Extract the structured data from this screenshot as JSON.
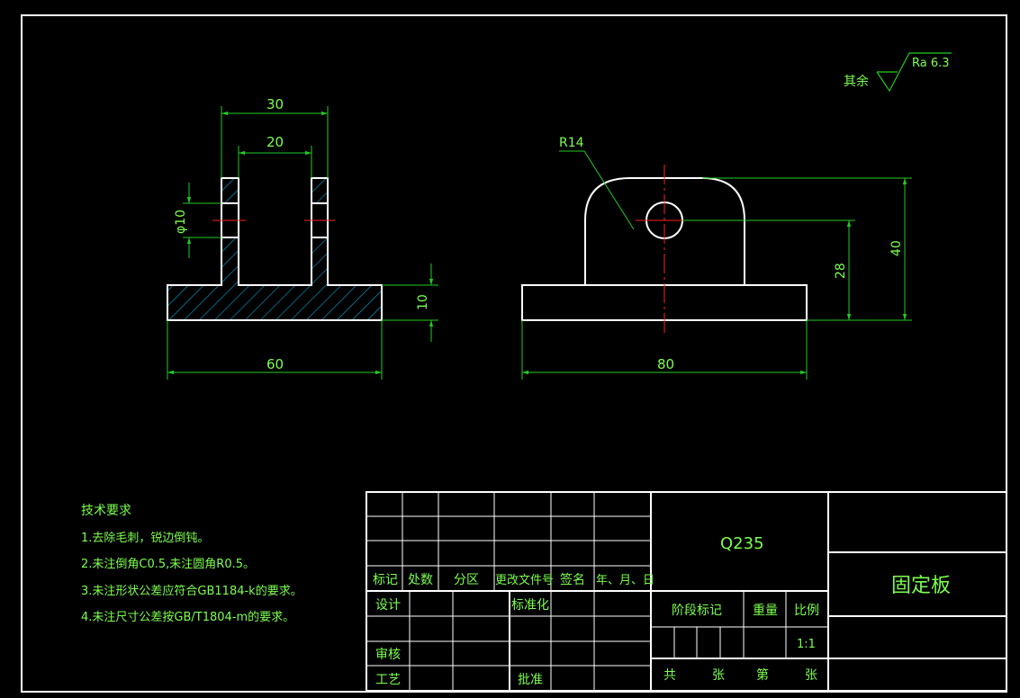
{
  "colors": {
    "background": "#000000",
    "outline": "#ffffff",
    "dimension": "#22cc22",
    "text": "#7CFF4F",
    "centerline": "#ff2020",
    "hatch": "#00c8ff"
  },
  "surface_finish": {
    "prefix": "其余",
    "symbol_text": "Ra 6.3"
  },
  "left_view": {
    "dim_top_outer": "30",
    "dim_top_inner": "20",
    "dim_hole": "φ10",
    "dim_base_thickness": "10",
    "dim_width": "60"
  },
  "right_view": {
    "dim_radius": "R14",
    "dim_hole_height": "28",
    "dim_total_height": "40",
    "dim_width": "80"
  },
  "tech_req": {
    "title": "技术要求",
    "items": [
      "1.去除毛刺，锐边倒钝。",
      "2.未注倒角C0.5,未注圆角R0.5。",
      "3.未注形状公差应符合GB1184-k的要求。",
      "4.未注尺寸公差按GB/T1804-m的要求。"
    ]
  },
  "title_block": {
    "material": "Q235",
    "part_name": "固定板",
    "rev_headers": [
      "标记",
      "处数",
      "分区",
      "更改文件号",
      "签名",
      "年、月、日"
    ],
    "design": "设计",
    "standardize": "标准化",
    "review": "审核",
    "process": "工艺",
    "approve": "批准",
    "stage_mark": "阶段标记",
    "weight": "重量",
    "scale_label": "比例",
    "scale_value": "1:1",
    "total": "共",
    "sheet1": "张",
    "nth": "第",
    "sheet2": "张"
  }
}
